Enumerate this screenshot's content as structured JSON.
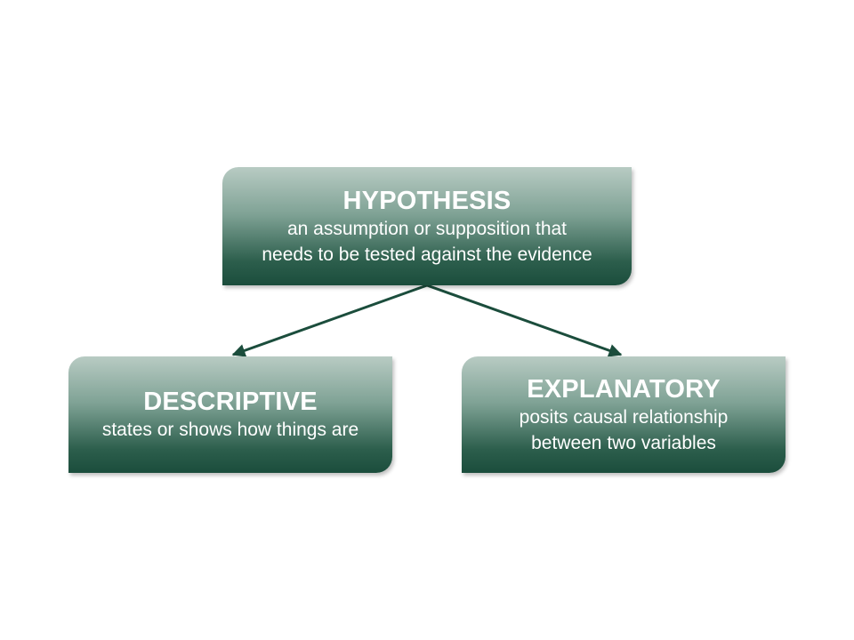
{
  "diagram": {
    "root": {
      "title": "HYPOTHESIS",
      "line1": "an assumption or supposition that",
      "line2": "needs to be tested against the evidence"
    },
    "children": [
      {
        "title": "DESCRIPTIVE",
        "line1": "states or shows how things are"
      },
      {
        "title": "EXPLANATORY",
        "line1": "posits causal relationship",
        "line2": "between two variables"
      }
    ],
    "colors": {
      "box_top": "#b8cbc3",
      "box_bottom": "#1b4d3c",
      "arrow": "#1b4d3c",
      "text": "#ffffff"
    }
  }
}
